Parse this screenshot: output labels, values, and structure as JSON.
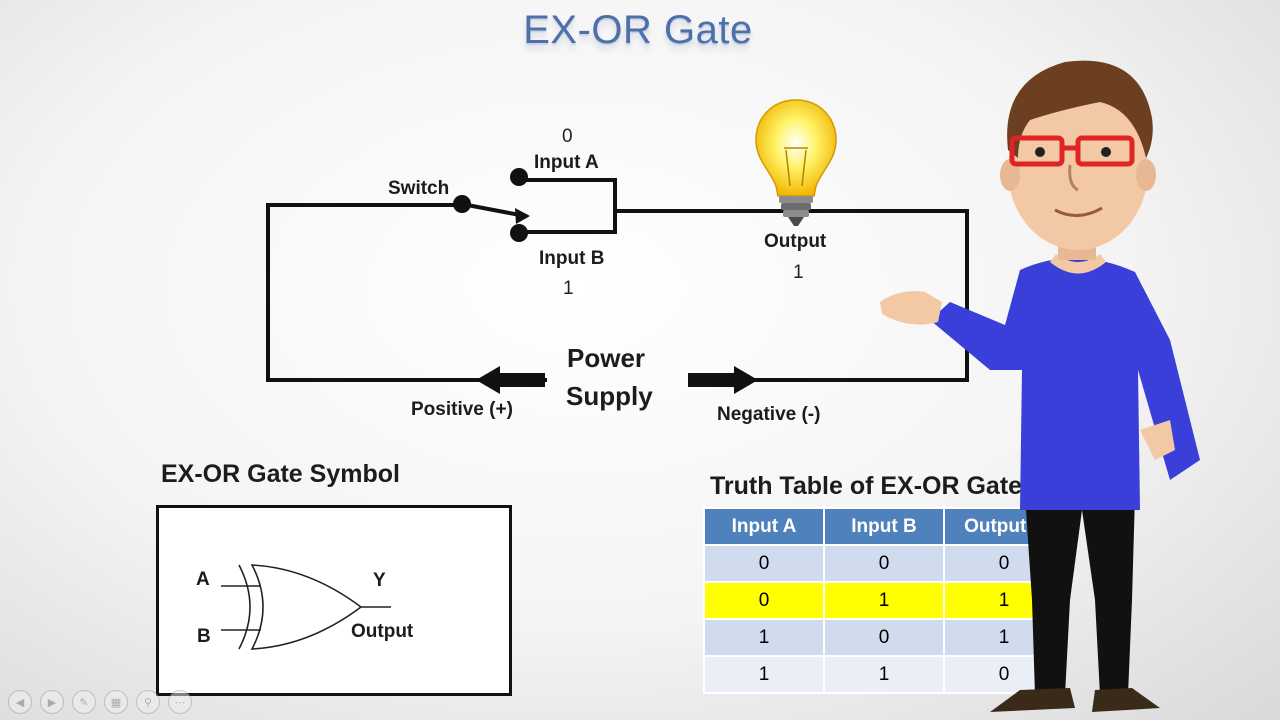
{
  "title": "EX-OR Gate",
  "circuit": {
    "input_a_value": "0",
    "input_a_label": "Input A",
    "switch_label": "Switch",
    "input_b_label": "Input B",
    "input_b_value": "1",
    "output_label": "Output",
    "output_value": "1",
    "power_line1": "Power",
    "power_line2": "Supply",
    "positive_label": "Positive (+)",
    "negative_label": "Negative (-)"
  },
  "symbol": {
    "heading": "EX-OR Gate Symbol",
    "input_a": "A",
    "input_b": "B",
    "output_y": "Y",
    "output_label": "Output"
  },
  "truth_table": {
    "heading": "Truth Table of EX-OR Gate",
    "columns": [
      "Input A",
      "Input B",
      "Output Y"
    ],
    "rows": [
      [
        "0",
        "0",
        "0"
      ],
      [
        "0",
        "1",
        "1"
      ],
      [
        "1",
        "0",
        "1"
      ],
      [
        "1",
        "1",
        "0"
      ]
    ],
    "highlighted_row": 1
  },
  "colors": {
    "title": "#4f6fa8",
    "table_header": "#4f81bd",
    "highlight": "#ffff00"
  },
  "icons": [
    "light-bulb-icon",
    "presenter-character",
    "nav-prev-icon",
    "nav-next-icon",
    "pen-icon",
    "slides-icon",
    "zoom-icon",
    "more-icon"
  ]
}
